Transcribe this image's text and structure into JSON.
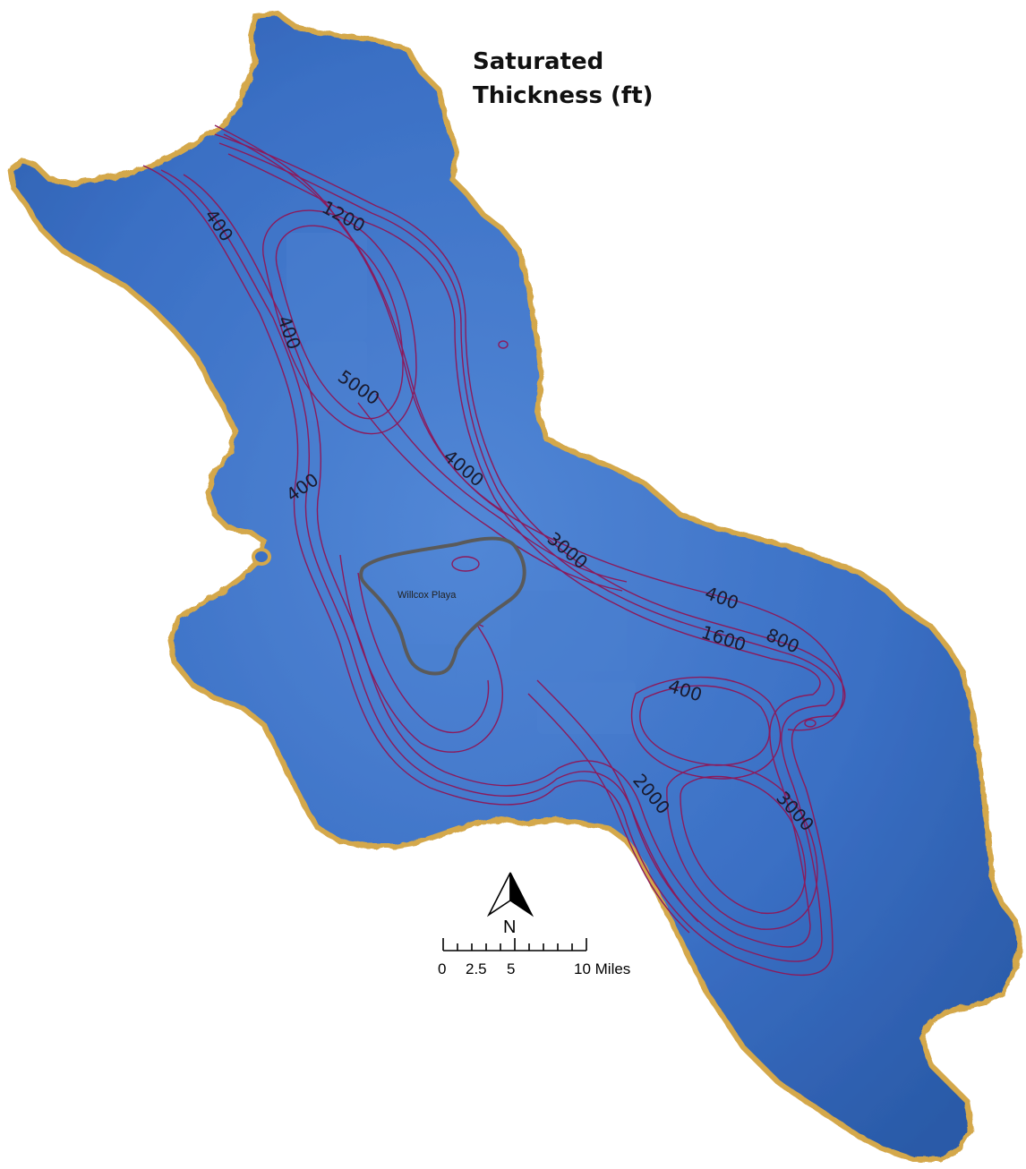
{
  "title": {
    "line1": "Saturated",
    "line2": "Thickness (ft)"
  },
  "feature": {
    "playa_label": "Willcox Playa"
  },
  "contour_labels": [
    "400",
    "1200",
    "400",
    "5000",
    "400",
    "4000",
    "3000",
    "400",
    "1600",
    "800",
    "400",
    "2000",
    "3000"
  ],
  "north_arrow": {
    "label": "N"
  },
  "scale_bar": {
    "ticks": [
      "0",
      "2.5",
      "5",
      "10 Miles"
    ]
  },
  "colors": {
    "basin_fill": "#3a6fc4",
    "basin_border": "#d4a84b",
    "contour_line": "#8b1a5c",
    "playa_outline": "#5a5a5a"
  },
  "icons": [
    "north-arrow-icon"
  ]
}
